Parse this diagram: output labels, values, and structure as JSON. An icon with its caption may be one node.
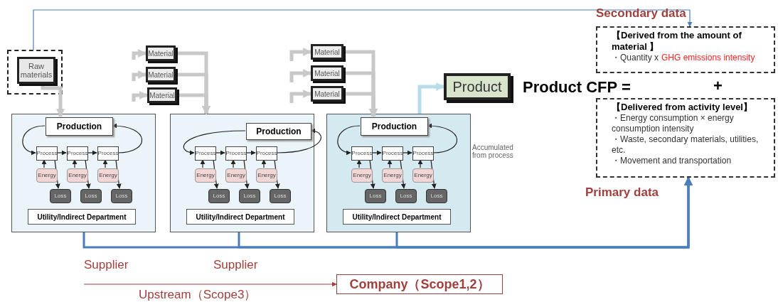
{
  "diagram": {
    "nodes": [
      {
        "text": [],
        "shape": "box"
      },
      {
        "text": [
          "Raw materials"
        ],
        "in": 0
      },
      {
        "text": [
          "Material"
        ]
      },
      {
        "text": [
          "Material"
        ]
      },
      {
        "text": [
          "Material"
        ]
      },
      {
        "text": [
          "Material"
        ]
      },
      {
        "text": [
          "Material"
        ]
      },
      {
        "text": [
          "Material"
        ]
      },
      {
        "text": [
          "Product"
        ]
      },
      {
        "text": [],
        "shape": "box"
      },
      {
        "text": [
          "Production"
        ],
        "in": 9
      },
      {
        "text": [
          "Process"
        ],
        "in": 9
      },
      {
        "text": [
          "Process"
        ],
        "in": 9
      },
      {
        "text": [
          "Process"
        ],
        "in": 9
      },
      {
        "text": [
          "Energy"
        ],
        "in": 9
      },
      {
        "text": [
          "Energy"
        ],
        "in": 9
      },
      {
        "text": [
          "Energy"
        ],
        "in": 9
      },
      {
        "text": [
          "Loss"
        ],
        "in": 9
      },
      {
        "text": [
          "Loss"
        ],
        "in": 9
      },
      {
        "text": [
          "Loss"
        ],
        "in": 9
      },
      {
        "text": [
          "Utility/Indirect Department"
        ],
        "in": 9
      },
      {
        "text": [],
        "shape": "box"
      },
      {
        "text": [
          "Production"
        ],
        "in": 21
      },
      {
        "text": [
          "Process"
        ],
        "in": 21
      },
      {
        "text": [
          "Process"
        ],
        "in": 21
      },
      {
        "text": [
          "Process"
        ],
        "in": 21
      },
      {
        "text": [
          "Energy"
        ],
        "in": 21
      },
      {
        "text": [
          "Energy"
        ],
        "in": 21
      },
      {
        "text": [
          "Energy"
        ],
        "in": 21
      },
      {
        "text": [
          "Loss"
        ],
        "in": 21
      },
      {
        "text": [
          "Loss"
        ],
        "in": 21
      },
      {
        "text": [
          "Loss"
        ],
        "in": 21
      },
      {
        "text": [
          "Utility/Indirect Department"
        ],
        "in": 21
      },
      {
        "text": [],
        "shape": "box"
      },
      {
        "text": [
          "Production"
        ],
        "in": 33
      },
      {
        "text": [
          "Process"
        ],
        "in": 33
      },
      {
        "text": [
          "Process"
        ],
        "in": 33
      },
      {
        "text": [
          "Process"
        ],
        "in": 33
      },
      {
        "text": [
          "Energy"
        ],
        "in": 33
      },
      {
        "text": [
          "Energy"
        ],
        "in": 33
      },
      {
        "text": [
          "Energy"
        ],
        "in": 33
      },
      {
        "text": [
          "Loss"
        ],
        "in": 33
      },
      {
        "text": [
          "Loss"
        ],
        "in": 33
      },
      {
        "text": [
          "Loss"
        ],
        "in": 33
      },
      {
        "text": [
          "Utility/Indirect Department"
        ],
        "in": 33
      },
      {
        "text": [
          "【Derived from the amount of material 】",
          "・Quantity x",
          "GHG emissions intensity"
        ]
      },
      {
        "text": [
          "【Delivered from activity level】",
          "・Energy consumption × energy consumption intensity",
          "・Waste, secondary materials, utilities, etc.",
          "・Movement and transportation"
        ]
      },
      {
        "text": [
          "Company（Scope1,2）"
        ]
      }
    ],
    "edges": [
      {
        "from": 0,
        "to": 45,
        "arrow": "to",
        "color": "#4a7ebb"
      },
      {
        "from": 1,
        "to": 10,
        "arrow": "to",
        "style": "thick",
        "color": "#c8c8c8"
      },
      {
        "from": null,
        "to": 2,
        "arrow": "to",
        "style": "thick",
        "color": "#c8c8c8"
      },
      {
        "from": null,
        "to": 3,
        "arrow": "to",
        "style": "thick",
        "color": "#c8c8c8"
      },
      {
        "from": null,
        "to": 4,
        "arrow": "to",
        "style": "thick",
        "color": "#c8c8c8"
      },
      {
        "from": 2,
        "to": 21,
        "arrow": "to",
        "style": "thick",
        "color": "#c8c8c8"
      },
      {
        "from": 3,
        "to": 21,
        "arrow": "to",
        "style": "thick",
        "color": "#c8c8c8"
      },
      {
        "from": 4,
        "to": 21,
        "arrow": "to",
        "style": "thick",
        "color": "#c8c8c8"
      },
      {
        "from": null,
        "to": 5,
        "arrow": "to",
        "style": "thick",
        "color": "#c8c8c8"
      },
      {
        "from": null,
        "to": 6,
        "arrow": "to",
        "style": "thick",
        "color": "#c8c8c8"
      },
      {
        "from": null,
        "to": 7,
        "arrow": "to",
        "style": "thick",
        "color": "#c8c8c8"
      },
      {
        "from": 5,
        "to": 34,
        "arrow": "to",
        "style": "thick",
        "color": "#c8c8c8"
      },
      {
        "from": 6,
        "to": 34,
        "arrow": "to",
        "style": "thick",
        "color": "#c8c8c8"
      },
      {
        "from": 7,
        "to": 34,
        "arrow": "to",
        "style": "thick",
        "color": "#c8c8c8"
      },
      {
        "from": 33,
        "to": 8,
        "arrow": "to",
        "style": "thick",
        "color": "#b7dde8"
      },
      {
        "from": 10,
        "to": 11,
        "arrow": "to"
      },
      {
        "from": 11,
        "to": 12,
        "arrow": "to"
      },
      {
        "from": 12,
        "to": 13,
        "arrow": "to"
      },
      {
        "from": 13,
        "to": 10,
        "arrow": "to"
      },
      {
        "from": 14,
        "to": 11,
        "arrow": "to"
      },
      {
        "from": 15,
        "to": 12,
        "arrow": "to"
      },
      {
        "from": 16,
        "to": 13,
        "arrow": "to"
      },
      {
        "from": 11,
        "to": 17,
        "arrow": "to"
      },
      {
        "from": 12,
        "to": 18,
        "arrow": "to"
      },
      {
        "from": 13,
        "to": 19,
        "arrow": "to"
      },
      {
        "from": 22,
        "to": 23,
        "arrow": "to"
      },
      {
        "from": 23,
        "to": 24,
        "arrow": "to"
      },
      {
        "from": 24,
        "to": 25,
        "arrow": "to"
      },
      {
        "from": 25,
        "to": 22,
        "arrow": "to"
      },
      {
        "from": 26,
        "to": 23,
        "arrow": "to"
      },
      {
        "from": 27,
        "to": 24,
        "arrow": "to"
      },
      {
        "from": 28,
        "to": 25,
        "arrow": "to"
      },
      {
        "from": 23,
        "to": 29,
        "arrow": "to"
      },
      {
        "from": 24,
        "to": 30,
        "arrow": "to"
      },
      {
        "from": 25,
        "to": 31,
        "arrow": "to"
      },
      {
        "from": 34,
        "to": 35,
        "arrow": "to"
      },
      {
        "from": 35,
        "to": 36,
        "arrow": "to"
      },
      {
        "from": 36,
        "to": 37,
        "arrow": "to"
      },
      {
        "from": 37,
        "to": 34,
        "arrow": "to"
      },
      {
        "from": 38,
        "to": 35,
        "arrow": "to"
      },
      {
        "from": 39,
        "to": 36,
        "arrow": "to"
      },
      {
        "from": 40,
        "to": 37,
        "arrow": "to"
      },
      {
        "from": 35,
        "to": 41,
        "arrow": "to"
      },
      {
        "from": 36,
        "to": 42,
        "arrow": "to"
      },
      {
        "from": 37,
        "to": 43,
        "arrow": "to"
      },
      {
        "from": 9,
        "to": 46,
        "arrow": "to",
        "style": "thick",
        "color": "#4a7ebb"
      },
      {
        "from": 21,
        "to": 46,
        "arrow": "to",
        "style": "thick",
        "color": "#4a7ebb"
      },
      {
        "from": 33,
        "to": 46,
        "arrow": "to",
        "style": "thick",
        "color": "#4a7ebb"
      },
      {
        "from": null,
        "to": 47,
        "arrow": "to",
        "color": "#a0403c"
      }
    ],
    "labels": [
      "Secondary data",
      "Product CFP =",
      "+",
      "Accumulated from process",
      "Primary data",
      "Supplier",
      "Supplier",
      "Upstream（Scope3）"
    ]
  }
}
